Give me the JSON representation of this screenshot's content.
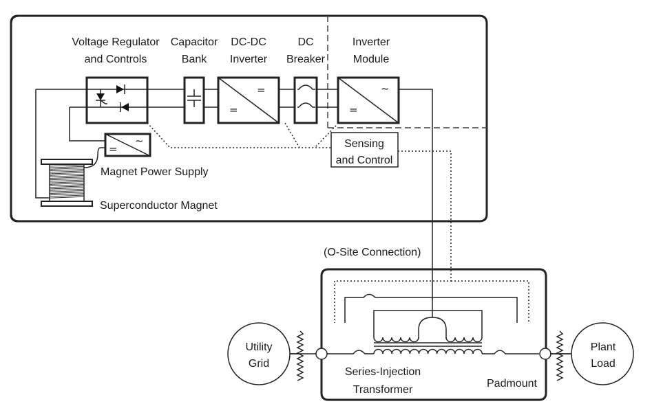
{
  "diagram": {
    "components": {
      "voltage_regulator": [
        "Voltage Regulator",
        "and Controls"
      ],
      "capacitor_bank": [
        "Capacitor",
        "Bank"
      ],
      "dcdc_inverter": [
        "DC-DC",
        "Inverter"
      ],
      "dc_breaker": [
        "DC",
        "Breaker"
      ],
      "inverter_module": [
        "Inverter",
        "Module"
      ],
      "sensing_control": [
        "Sensing",
        "and Control"
      ],
      "magnet_power_supply": "Magnet Power Supply",
      "superconductor_magnet": "Superconductor Magnet",
      "site_connection": "(O-Site Connection)",
      "utility_grid": [
        "Utility",
        "Grid"
      ],
      "plant_load": [
        "Plant",
        "Load"
      ],
      "series_injection_transformer": [
        "Series-Injection",
        "Transformer"
      ],
      "padmount": "Padmount"
    },
    "symbols": {
      "dc": "=",
      "ac": "~"
    }
  }
}
